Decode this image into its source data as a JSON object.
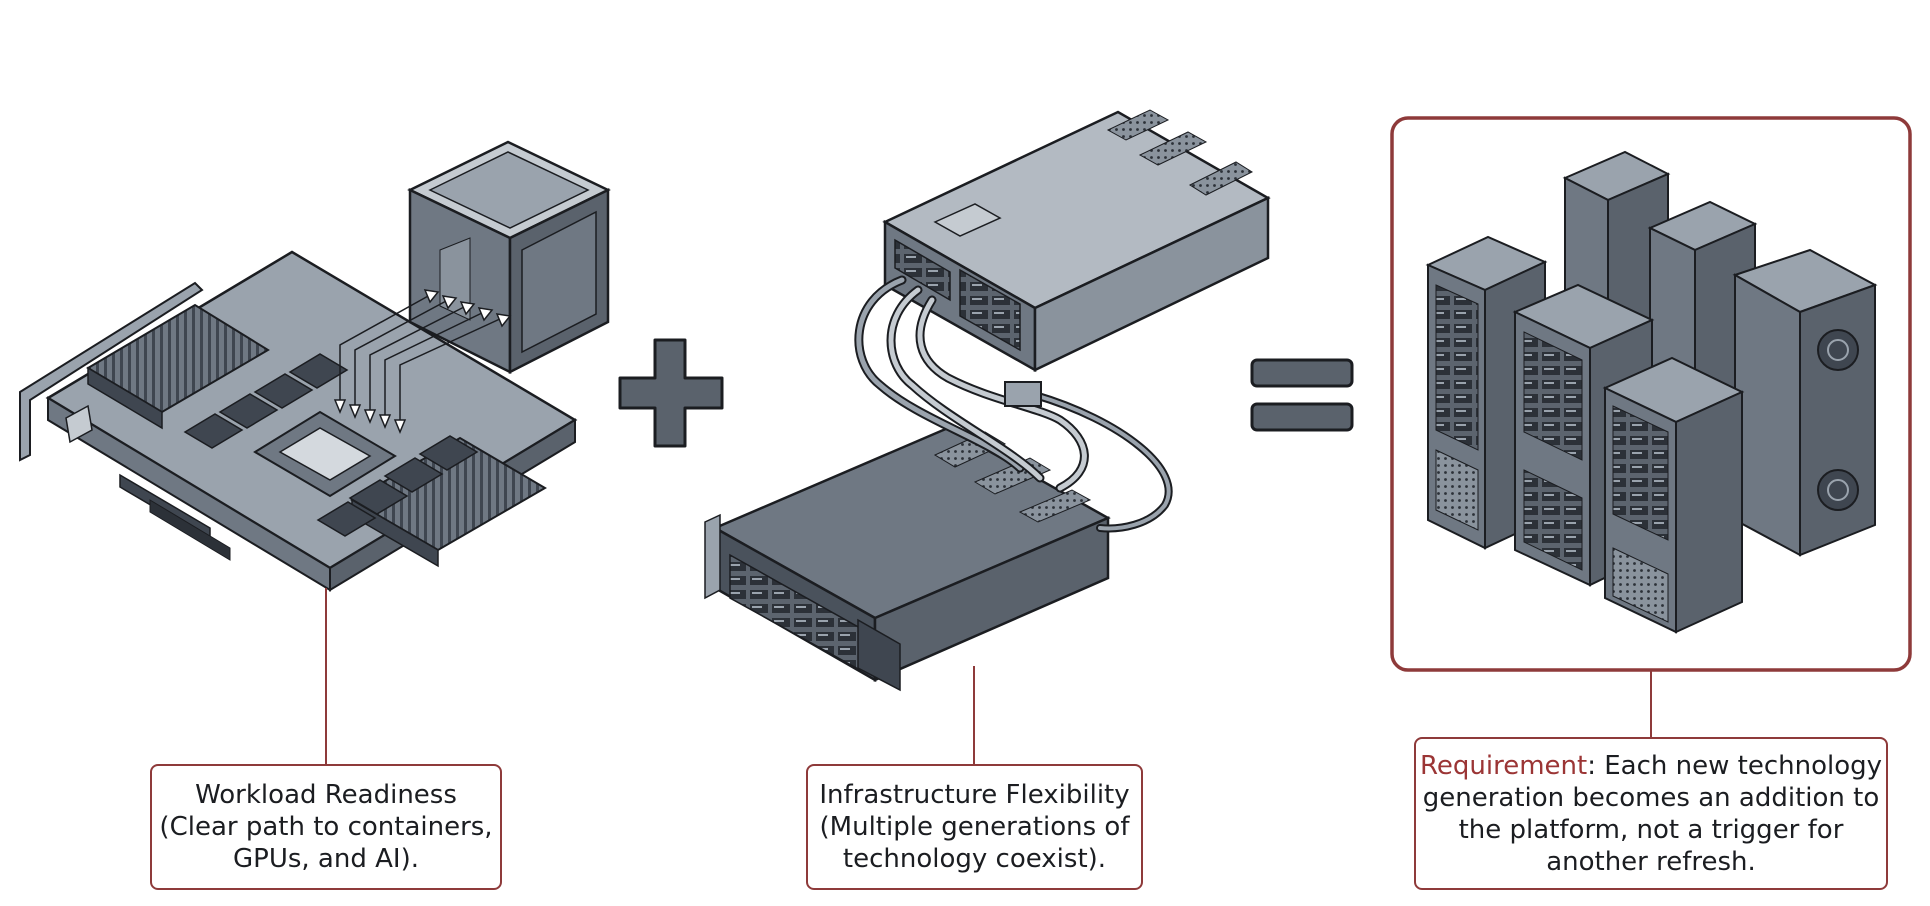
{
  "panels": {
    "workload": {
      "label_lines": [
        "Workload Readiness",
        "(Clear path to containers,",
        "GPUs, and AI)."
      ]
    },
    "infrastructure": {
      "label_lines": [
        "Infrastructure Flexibility",
        "(Multiple generations of",
        "technology coexist)."
      ]
    },
    "requirement": {
      "keyword": "Requirement",
      "line1_rest": ": Each new technology",
      "lines": [
        "generation becomes an addition to",
        "the platform, not a trigger for",
        "another refresh."
      ]
    }
  },
  "operators": {
    "plus": "plus-icon",
    "equals": "equals-icon"
  },
  "colors": {
    "accent": "#8e3a3a",
    "hardware_light": "#9aa3ad",
    "hardware_mid": "#6f7883",
    "hardware_dark": "#3f4650",
    "outline": "#1b1d21"
  }
}
